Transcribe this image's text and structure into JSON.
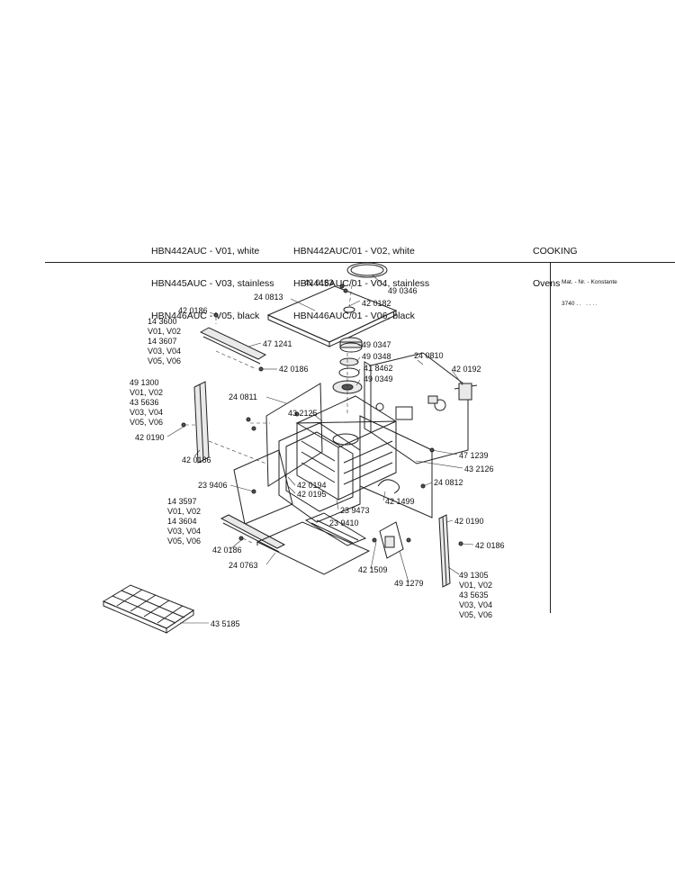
{
  "header": {
    "col1": [
      "HBN442AUC - V01, white",
      "HBN445AUC - V03, stainless",
      "HBN446AUC - V05, black"
    ],
    "col2": [
      "HBN442AUC/01 - V02, white",
      "HBN445AUC/01 - V04, stainless",
      "HBN446AUC/01 - V06, black"
    ],
    "category": "COOKING",
    "subcategory": "Ovens"
  },
  "mat": {
    "line1": "Mat. - Nr. - Konstante",
    "line2": "3740 . .   . . . ."
  },
  "labels": {
    "l420183": "42 0183",
    "l490346": "49 0346",
    "l240813": "24 0813",
    "l420182": "42 0182",
    "l420186a": "42 0186",
    "l143600": "14 3600",
    "lv0102a": "V01, V02",
    "l143607": "14 3607",
    "lv0304a": "V03, V04",
    "lv0506a": "V05, V06",
    "l471241": "47 1241",
    "l490347": "49 0347",
    "l490348": "49 0348",
    "l418462": "41 8462",
    "l490349": "49 0349",
    "l240810": "24 0810",
    "l420192": "42 0192",
    "l420186b": "42 0186",
    "l491300": "49 1300",
    "lv0102b": "V01, V02",
    "l435636": "43 5636",
    "lv0304b": "V03, V04",
    "lv0506b": "V05, V06",
    "l240811": "24 0811",
    "l432125": "43 2125",
    "l420190a": "42 0190",
    "l420186c": "42 0186",
    "l471239": "47 1239",
    "l432126": "43 2126",
    "l239406": "23 9406",
    "l420194": "42 0194",
    "l420195": "42 0195",
    "l240812": "24 0812",
    "l239473": "23 9473",
    "l421499": "42 1499",
    "l143597": "14 3597",
    "lv0102c": "V01, V02",
    "l143604": "14 3604",
    "lv0304c": "V03, V04",
    "lv0506c": "V05, V06",
    "l239410": "23 9410",
    "l420190b": "42 0190",
    "l420186d": "42 0186",
    "l420186e": "42 0186",
    "l240763": "24 0763",
    "l421509": "42 1509",
    "l491279": "49 1279",
    "l491305": "49 1305",
    "lv0102d": "V01, V02",
    "l435635": "43 5635",
    "lv0304d": "V03, V04",
    "lv0506d": "V05, V06",
    "l435185": "43 5185"
  }
}
